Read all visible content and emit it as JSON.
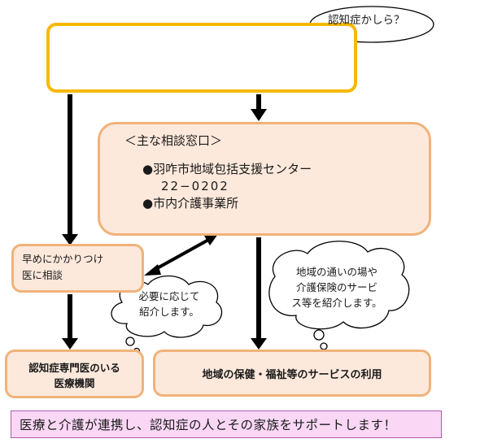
{
  "top_panel": {
    "thought_text": "認知症かしら？",
    "elderly_icon": "elderly-woman-thinking-illustration",
    "young_icon": "young-woman-thinking-illustration"
  },
  "consult": {
    "title": "＜主な相談窓口＞",
    "item1": "●羽咋市地域包括支援センター",
    "phone": "22−0202",
    "item2": "●市内介護事業所"
  },
  "early": {
    "line1": "早めにかかりつけ",
    "line2": "医に相談"
  },
  "bubble_mid": {
    "line1": "必要に応じて",
    "line2": "紹介します。"
  },
  "bubble_right": {
    "line1": "地域の通いの場や",
    "line2": "介護保険のサービ",
    "line3": "ス等を紹介します。"
  },
  "specialist": {
    "line1": "認知症専門医のいる",
    "line2": "医療機関"
  },
  "services": {
    "label": "地域の保健・福祉等のサービスの利用"
  },
  "footer": {
    "text": "医療と介護が連携し、認知症の人とその家族をサポートします！"
  },
  "colors": {
    "box_fill": "#fde9dc",
    "box_border": "#f0b27a",
    "top_border": "#f5b800",
    "footer_fill": "#fad7f5",
    "footer_border": "#b05ab0"
  }
}
